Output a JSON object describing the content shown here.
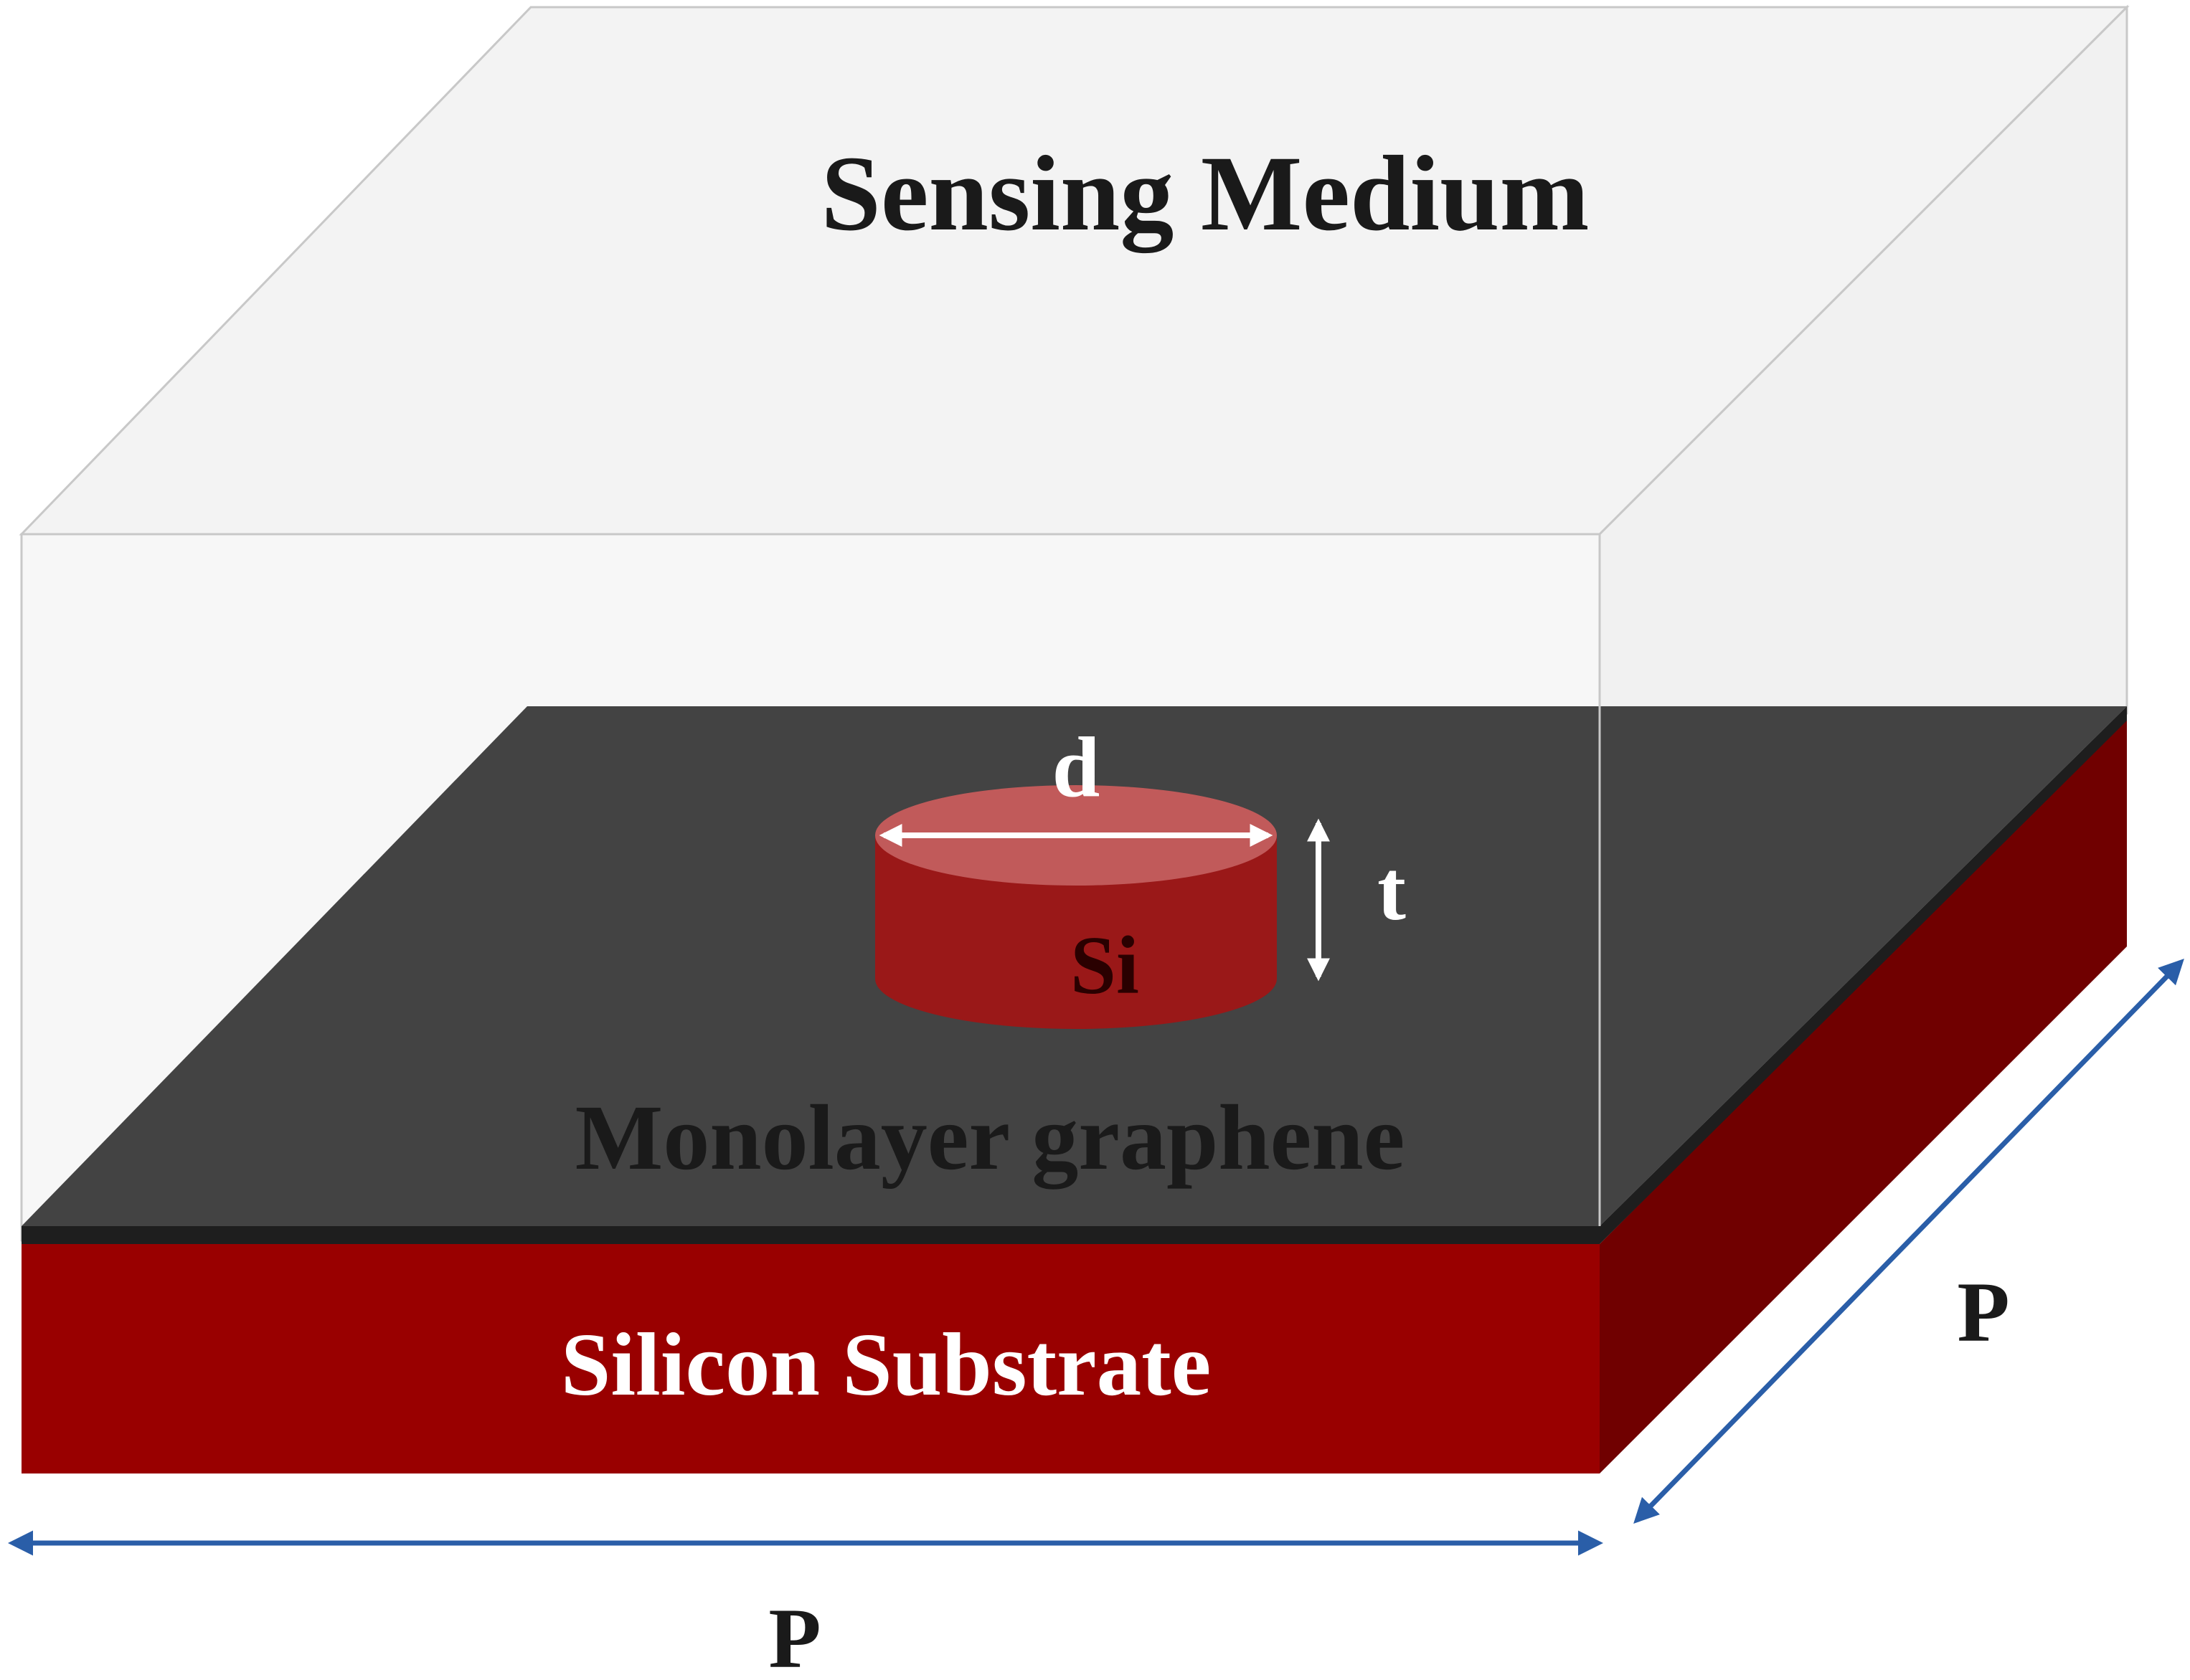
{
  "labels": {
    "sensing_medium": "Sensing Medium",
    "graphene": "Monolayer graphene",
    "substrate": "Silicon Substrate",
    "resonator": "Si",
    "diameter": "d",
    "thickness": "t",
    "period_front": "P",
    "period_side": "P"
  },
  "colors": {
    "sensing_medium_front": "#f7f7f7",
    "sensing_medium_top": "#f3f3f3",
    "sensing_medium_side": "#f1f1f1",
    "sensing_medium_edge": "#c8c8c8",
    "graphene_top": "#434343",
    "graphene_edge": "#1e1e1e",
    "substrate_front": "#990000",
    "substrate_side": "#700000",
    "disk_top": "#c15a5a",
    "disk_side": "#9a1818",
    "disk_text": "#2a0000",
    "dim_arrow_white": "#ffffff",
    "period_arrow": "#2a5ea8",
    "text_dark": "#1a1a1a",
    "text_light": "#ffffff"
  },
  "icons": [
    "double-arrow-icon"
  ]
}
